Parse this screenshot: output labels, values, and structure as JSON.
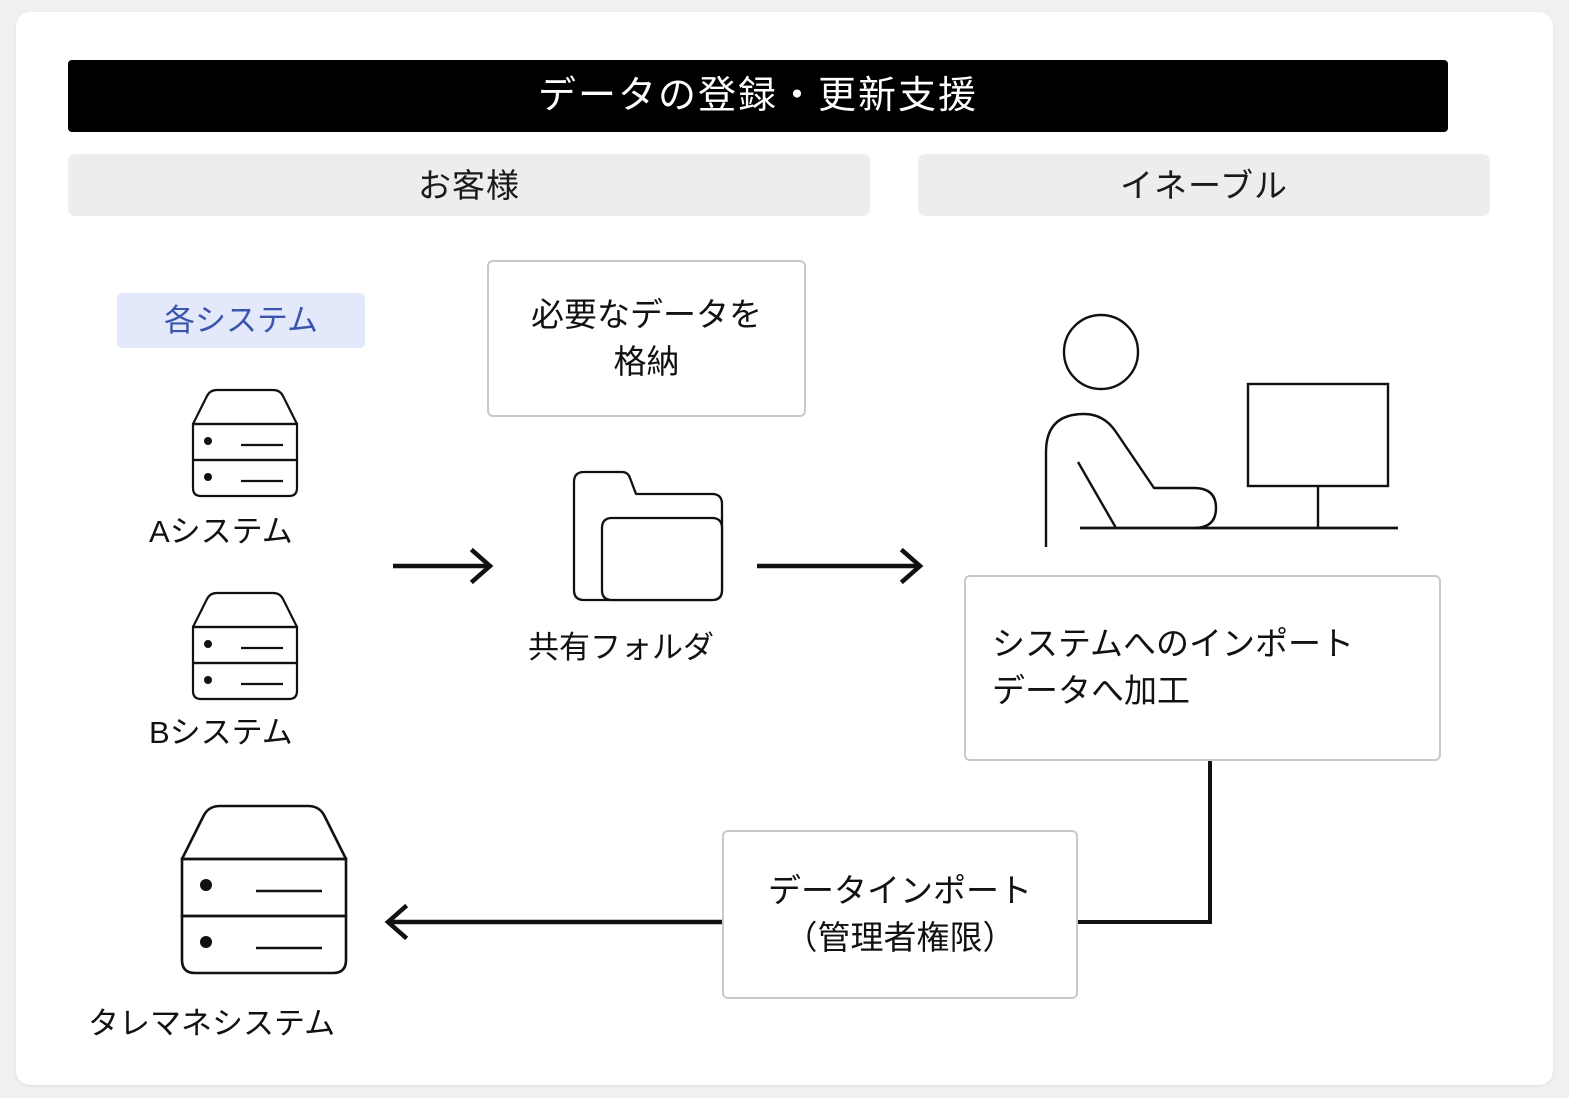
{
  "page": {
    "title": "データの登録・更新支援",
    "background_color": "#f0f0f0",
    "card_color": "#ffffff"
  },
  "header": {
    "title": "データの登録・更新支援",
    "title_background": "#000000",
    "title_color": "#ffffff"
  },
  "columns": [
    {
      "id": "customer",
      "label": "お客様",
      "background": "#ededed"
    },
    {
      "id": "enable",
      "label": "イネーブル",
      "background": "#ededed"
    }
  ],
  "badge": {
    "label": "各システム",
    "text_color": "#3b55ad",
    "background": "#e3e8fa"
  },
  "systems": [
    {
      "id": "system-a",
      "label": "Aシステム",
      "icon": "server-icon"
    },
    {
      "id": "system-b",
      "label": "Bシステム",
      "icon": "server-icon"
    }
  ],
  "target_system": {
    "label": "タレマネシステム",
    "icon": "server-icon"
  },
  "shared_folder": {
    "label": "共有フォルダ",
    "icon": "folder-icon"
  },
  "person": {
    "icon": "person-at-desk-icon"
  },
  "callouts": {
    "store_data": {
      "lines": [
        "必要なデータを",
        "格納"
      ],
      "border_color": "#c9c9c9"
    },
    "system_import": {
      "lines": [
        "システムへのインポート",
        "データへ加工"
      ],
      "border_color": "#c9c9c9"
    },
    "data_import": {
      "lines": [
        "データインポート",
        "（管理者権限）"
      ],
      "border_color": "#c9c9c9"
    }
  },
  "arrows": [
    {
      "id": "systems-to-folder",
      "direction": "right"
    },
    {
      "id": "folder-to-person",
      "direction": "right"
    },
    {
      "id": "import-to-target",
      "direction": "left"
    }
  ]
}
